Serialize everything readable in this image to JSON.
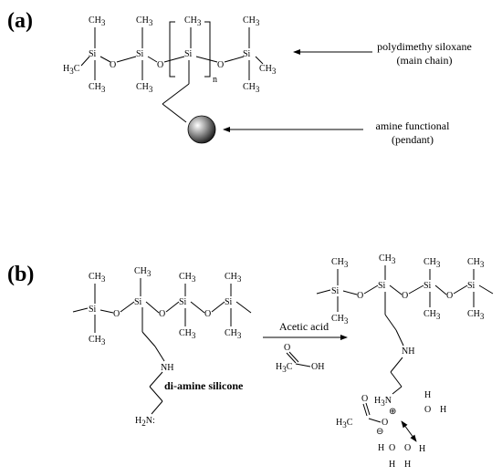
{
  "panel_a": {
    "label": "(a)",
    "atoms": {
      "si": "Si",
      "o": "O",
      "ch3": "CH",
      "ch3_sub": "3",
      "h3c": "H",
      "h3c_sub": "3",
      "h3c_c": "C",
      "n": "n"
    },
    "annotation_main_line1": "polydimethy siloxane",
    "annotation_main_line2": "(main chain)",
    "annotation_pendant_line1": "amine functional",
    "annotation_pendant_line2": "(pendant)"
  },
  "panel_b": {
    "label": "(b)",
    "atoms": {
      "si": "Si",
      "o": "O",
      "ch3": "CH",
      "ch3_sub": "3",
      "nh": "NH",
      "h2n": "H",
      "h2n_sub": "2",
      "h2n_n": "N",
      "h3n": "H",
      "h3n_sub": "3",
      "h3n_n": "N",
      "h": "H",
      "o_minus": "O",
      "plus": "⊕",
      "minus": "⊖",
      "h3c": "H",
      "h3c_sub": "3",
      "h3c_c": "C",
      "c": "C",
      "oh": "OH"
    },
    "reactant_name": "di-amine silicone",
    "reagent_label": "Acetic acid"
  }
}
